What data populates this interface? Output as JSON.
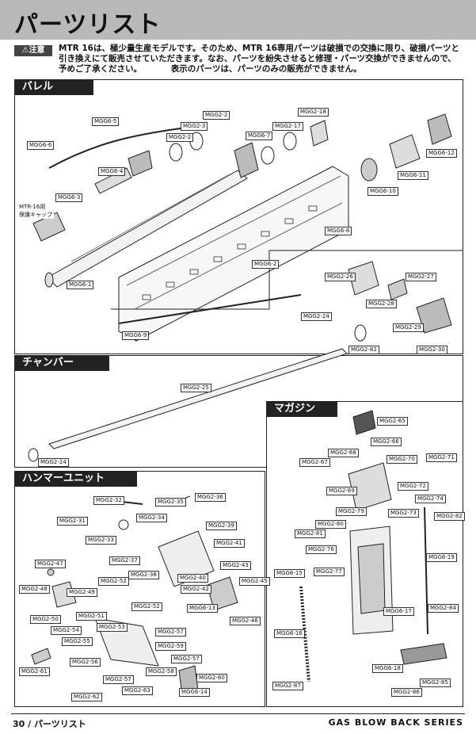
{
  "page_title": "パーツリスト",
  "notice": {
    "tag": "⚠注意",
    "text": "MTR 16は、極少量生産モデルです。そのため、MTR 16専用パーツは破損での交換に限り、破損パーツと引き換えにて販売させていただきます。なお、パーツを紛失させると修理・パーツ交換ができませんので、予めご了承ください。　　　　表示のパーツは、パーツのみの販売ができません。"
  },
  "sections": {
    "barrel": "バレル",
    "chamber": "チャンバー",
    "magazine": "マガジン",
    "hammer": "ハンマーユニット"
  },
  "misc": {
    "mtr_cap": "MTR-16用\n保護キャップ"
  },
  "footer": {
    "page": "30 / パーツリスト",
    "series": "GAS BLOW BACK SERIES"
  },
  "parts": {
    "barrel": [
      "MGG6-5",
      "MGG6-6",
      "MGG2-2",
      "MGG2-3",
      "MGG2-2",
      "MGG6-7",
      "MGG2-17",
      "MGG2-18",
      "MGG6-4",
      "MGG6-3",
      "MGG6-12",
      "MGG6-11",
      "MGG6-10",
      "MGG6-8",
      "MGG6-2",
      "MGG6-1",
      "MGG6-9",
      "MGG2-26",
      "MGG2-27",
      "MGG2-28",
      "MGG2-29",
      "MGG2-24",
      "MGG2-30",
      "MGG2-82"
    ],
    "chamber": [
      "MGG2-25",
      "MGG2-24"
    ],
    "magazine": [
      "MGG2-65",
      "MGG2-66",
      "MGG2-68",
      "MGG2-67",
      "MGG2-70",
      "MGG2-71",
      "MGG2-69",
      "MGG2-72",
      "MGG2-74",
      "MGG2-79",
      "MGG2-73",
      "MGG2-82",
      "MGG2-80",
      "MGG2-81",
      "MGG2-76",
      "MGG6-19",
      "MGG6-15",
      "MGG2-77",
      "MGG6-17",
      "MGG2-84",
      "MGG6-16",
      "MGG6-18",
      "MGG2-87",
      "MGG2-86",
      "MGG2-85"
    ],
    "hammer": [
      "MGG2-32",
      "MGG2-35",
      "MGG2-36",
      "MGG2-31",
      "MGG2-34",
      "MGG2-39",
      "MGG2-33",
      "MGG2-41",
      "MGG2-47",
      "MGG2-37",
      "MGG2-43",
      "MGG2-38",
      "MGG2-40",
      "MGG2-45",
      "MGG2-48",
      "MGG2-49",
      "MGG2-52",
      "MGG2-42",
      "MGG6-13",
      "MGG2-50",
      "MGG2-51",
      "MGG2-52",
      "MGG2-46",
      "MGG2-54",
      "MGG2-53",
      "MGG2-57",
      "MGG2-55",
      "MGG2-59",
      "MGG2-56",
      "MGG2-57",
      "MGG2-61",
      "MGG2-58",
      "MGG2-57",
      "MGG2-60",
      "MGG2-62",
      "MGG2-63",
      "MGG6-14"
    ]
  }
}
